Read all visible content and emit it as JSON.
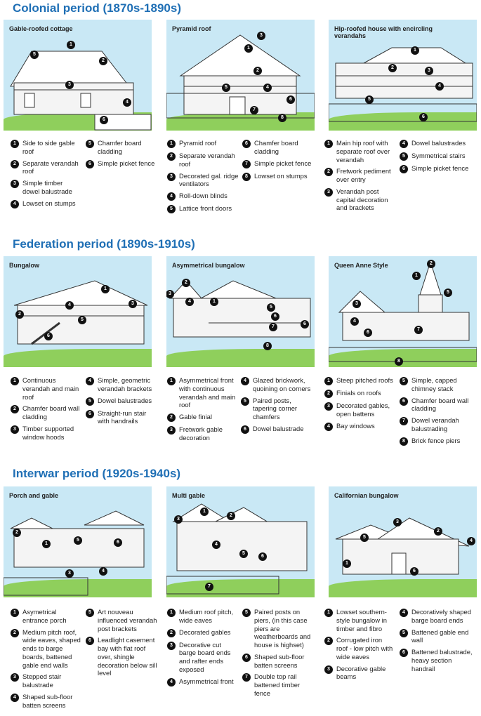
{
  "periods": [
    {
      "title": "Colonial period (1870s-1890s)",
      "houses": [
        {
          "name": "Gable-roofed cottage",
          "col1": [
            "Side to side gable roof",
            "Separate verandah roof",
            "Simple timber dowel balustrade",
            "Lowset on stumps"
          ],
          "col2": [
            "Chamfer board cladding",
            "Simple picket fence"
          ]
        },
        {
          "name": "Pyramid roof",
          "col1": [
            "Pyramid roof",
            "Separate verandah roof",
            "Decorated gal. ridge ventilators",
            "Roll-down blinds",
            "Lattice front doors"
          ],
          "col2": [
            "Chamfer board cladding",
            "Simple picket fence",
            "Lowset on stumps"
          ]
        },
        {
          "name": "Hip-roofed house with encircling verandahs",
          "col1": [
            "Main hip roof with separate roof over verandah",
            "Fretwork pediment over entry",
            "Verandah post capital decoration and brackets"
          ],
          "col2": [
            "Dowel balustrades",
            "Symmetrical stairs",
            "Simple picket fence"
          ]
        }
      ]
    },
    {
      "title": "Federation period (1890s-1910s)",
      "houses": [
        {
          "name": "Bungalow",
          "col1": [
            "Continuous verandah and main roof",
            "Chamfer board wall cladding",
            "Timber supported window hoods"
          ],
          "col2": [
            "Simple, geometric verandah brackets",
            "Dowel balustrades",
            "Straight-run stair with handrails"
          ]
        },
        {
          "name": "Asymmetrical bungalow",
          "col1": [
            "Asymmetrical front with continuous verandah and main roof",
            "Gable finial",
            "Fretwork gable decoration"
          ],
          "col2": [
            "Glazed brickwork, quoining on corners",
            "Paired posts, tapering corner chamfers",
            "Dowel balustrade"
          ]
        },
        {
          "name": "Queen Anne Style",
          "col1": [
            "Steep pitched roofs",
            "Finials on roofs",
            "Decorated gables, open battens",
            "Bay windows"
          ],
          "col2": [
            "Simple, capped chimney stack",
            "Chamfer board wall cladding",
            "Dowel verandah balustrading",
            "Brick fence piers"
          ]
        }
      ]
    },
    {
      "title": "Interwar period (1920s-1940s)",
      "houses": [
        {
          "name": "Porch and gable",
          "col1": [
            "Asymetrical entrance porch",
            "Medium pitch roof, wide eaves, shaped ends to barge boards, battened gable end walls",
            "Stepped stair balustrade",
            "Shaped sub-floor batten screens"
          ],
          "col2": [
            "Art nouveau influenced verandah post brackets",
            "Leadlight casement bay with flat roof over, shingle decoration below sill level"
          ]
        },
        {
          "name": "Multi gable",
          "col1": [
            "Medium roof pitch, wide eaves",
            "Decorated gables",
            "Decorative cut barge board ends and rafter ends exposed",
            "Asymmetrical front"
          ],
          "col2": [
            "Paired posts on piers, (in this case piers are weatherboards and house is highset)",
            "Shaped sub-floor batten screens",
            "Double top rail battened timber fence"
          ]
        },
        {
          "name": "Californian bungalow",
          "col1": [
            "Lowset southern-style bungalow in timber and fibro",
            "Corrugated iron roof - low pitch with wide eaves",
            "Decorative gable beams"
          ],
          "col2": [
            "Decoratively shaped barge board ends",
            "Battened gable end wall",
            "Battened balustrade, heavy section handrail"
          ]
        }
      ]
    }
  ],
  "colors": {
    "title_blue": "#1f6fb5",
    "sky": "#c9e8f5",
    "grass": "#8fcf5c"
  }
}
